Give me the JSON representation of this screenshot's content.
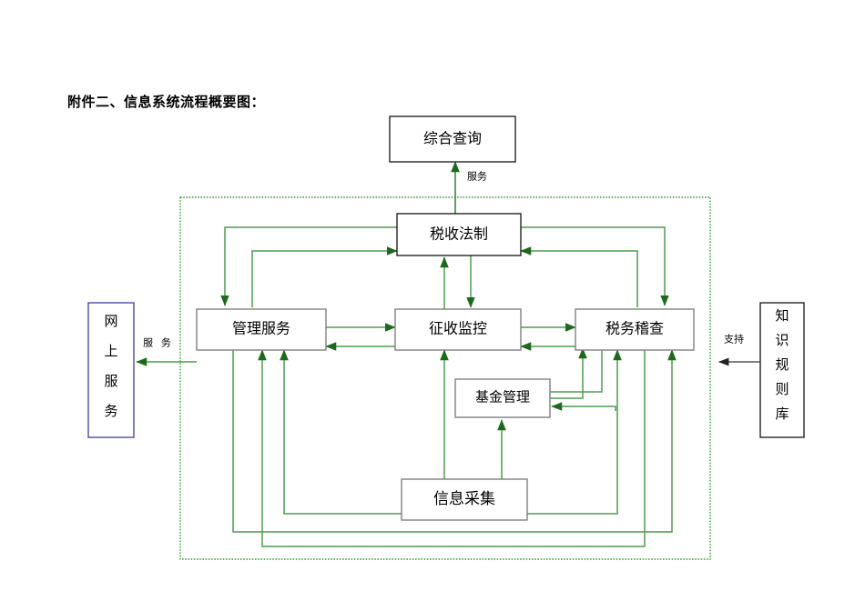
{
  "document": {
    "title": "附件二、信息系统流程概要图："
  },
  "diagram": {
    "type": "flowchart",
    "colors": {
      "flow_line": "#2e7d32",
      "flow_line_light": "#8fbc8f",
      "container_border": "#3a9b3a",
      "box_border_gray": "#808080",
      "box_border_black": "#000000",
      "box_border_blue": "#4a4a9c",
      "text": "#000000",
      "support_arrow": "#333333"
    },
    "nodes": [
      {
        "id": "comprehensive-query",
        "label": "综合查询",
        "orientation": "horizontal",
        "border": "black"
      },
      {
        "id": "tax-legal-system",
        "label": "税收法制",
        "orientation": "horizontal",
        "border": "black"
      },
      {
        "id": "management-service",
        "label": "管理服务",
        "orientation": "horizontal",
        "border": "gray"
      },
      {
        "id": "collection-monitoring",
        "label": "征收监控",
        "orientation": "horizontal",
        "border": "gray"
      },
      {
        "id": "tax-audit",
        "label": "税务稽查",
        "orientation": "horizontal",
        "border": "gray"
      },
      {
        "id": "fund-management",
        "label": "基金管理",
        "orientation": "horizontal",
        "border": "gray"
      },
      {
        "id": "information-collection",
        "label": "信息采集",
        "orientation": "horizontal",
        "border": "gray"
      },
      {
        "id": "online-service",
        "label": "网上服务",
        "orientation": "vertical",
        "border": "blue",
        "chars": [
          "网",
          "上",
          "服",
          "务"
        ]
      },
      {
        "id": "knowledge-rule-base",
        "label": "知识规则库",
        "orientation": "vertical",
        "border": "black",
        "chars": [
          "知",
          "识",
          "规",
          "则",
          "库"
        ]
      }
    ],
    "edge_labels": [
      {
        "id": "service-to-query",
        "text": "服务"
      },
      {
        "id": "service-to-online",
        "text": "服 务"
      },
      {
        "id": "support-from-knowledge",
        "text": "支持"
      }
    ]
  }
}
